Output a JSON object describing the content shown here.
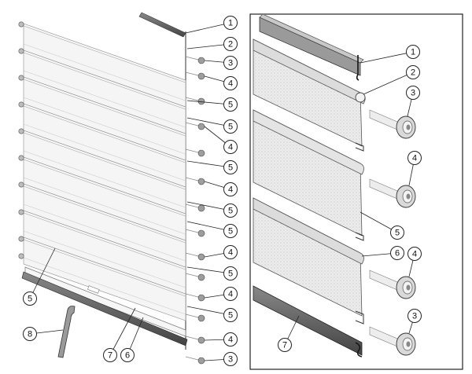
{
  "callouts": {
    "c1": "1",
    "c2": "2",
    "c3": "3",
    "c4": "4",
    "c5": "5",
    "c6": "6",
    "c7": "7",
    "c8": "8"
  },
  "colors": {
    "outline": "#222222",
    "panel_fill": "#f4f4f4",
    "slat_stroke": "#8a8a8a",
    "seal_dark": "#555555",
    "roller_fill": "#d9d9d9"
  }
}
